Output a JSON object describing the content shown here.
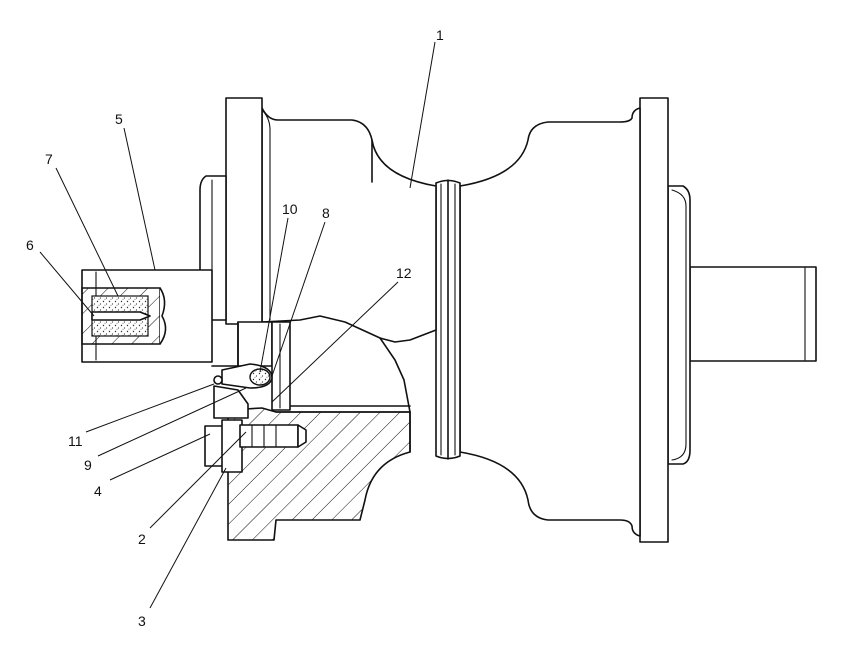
{
  "callouts": [
    {
      "id": "c1",
      "label": "1"
    },
    {
      "id": "c2",
      "label": "2"
    },
    {
      "id": "c3",
      "label": "3"
    },
    {
      "id": "c4",
      "label": "4"
    },
    {
      "id": "c5",
      "label": "5"
    },
    {
      "id": "c6",
      "label": "6"
    },
    {
      "id": "c7",
      "label": "7"
    },
    {
      "id": "c8",
      "label": "8"
    },
    {
      "id": "c9",
      "label": "9"
    },
    {
      "id": "c10",
      "label": "10"
    },
    {
      "id": "c11",
      "label": "11"
    },
    {
      "id": "c12",
      "label": "12"
    }
  ],
  "colors": {
    "line": "#111111",
    "background": "#ffffff"
  }
}
